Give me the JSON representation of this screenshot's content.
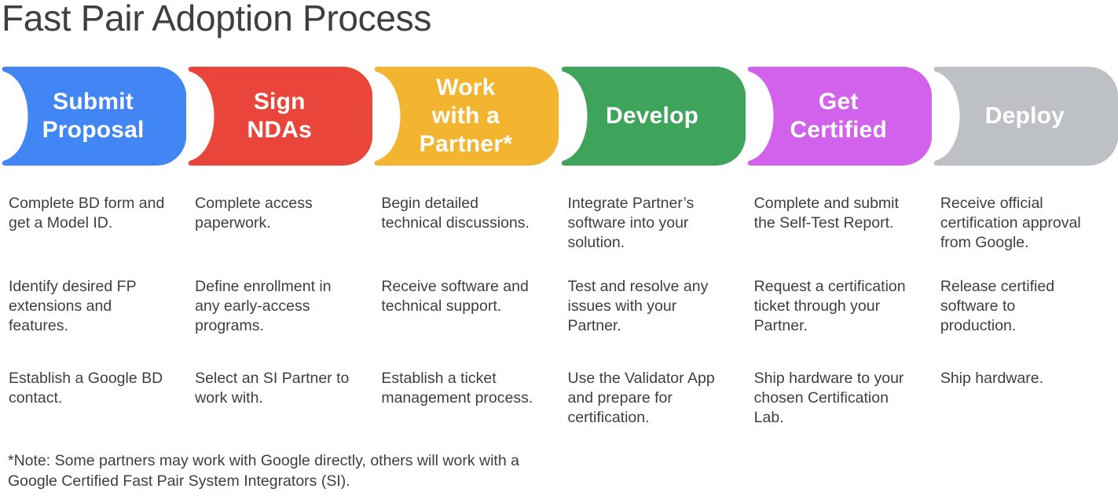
{
  "title": "Fast Pair Adoption Process",
  "colors": {
    "title_text": "#3C4043",
    "body_text": "#3C4043",
    "label_text": "#FFFFFF"
  },
  "steps": [
    {
      "id": "submit-proposal",
      "label": "Submit Proposal",
      "label_lines": [
        "Submit",
        "Proposal"
      ],
      "color": "#4285F4",
      "tasks": [
        [
          "Complete BD form and",
          "get a Model ID."
        ],
        [
          "Identify desired FP",
          "extensions and",
          "features."
        ],
        [
          "Establish a Google BD",
          "contact."
        ]
      ]
    },
    {
      "id": "sign-ndas",
      "label": "Sign NDAs",
      "label_lines": [
        "Sign",
        "NDAs"
      ],
      "color": "#E9453A",
      "tasks": [
        [
          "Complete access",
          "paperwork."
        ],
        [
          "Define enrollment in",
          "any early-access",
          "programs."
        ],
        [
          "Select an SI Partner to",
          "work with."
        ]
      ]
    },
    {
      "id": "work-with-a-partner",
      "label": "Work with a Partner*",
      "label_lines": [
        "Work",
        "with a",
        "Partner*"
      ],
      "color": "#F3B42F",
      "tasks": [
        [
          "Begin detailed",
          "technical discussions."
        ],
        [
          "Receive software and",
          "technical support."
        ],
        [
          "Establish a ticket",
          "management process."
        ]
      ]
    },
    {
      "id": "develop",
      "label": "Develop",
      "label_lines": [
        "Develop"
      ],
      "color": "#3EA45C",
      "tasks": [
        [
          "Integrate Partner’s",
          "software into your",
          "solution."
        ],
        [
          "Test and resolve any",
          "issues with your",
          "Partner."
        ],
        [
          "Use the Validator App",
          "and prepare for",
          "certification."
        ]
      ]
    },
    {
      "id": "get-certified",
      "label": "Get Certified",
      "label_lines": [
        "Get",
        "Certified"
      ],
      "color": "#D262EC",
      "tasks": [
        [
          "Complete and submit",
          "the Self-Test Report."
        ],
        [
          "Request a certification",
          "ticket through your",
          "Partner."
        ],
        [
          "Ship hardware to your",
          "chosen Certification",
          "Lab."
        ]
      ]
    },
    {
      "id": "deploy",
      "label": "Deploy",
      "label_lines": [
        "Deploy"
      ],
      "color": "#BDC1C6",
      "tasks": [
        [
          "Receive official",
          "certification approval",
          "from Google."
        ],
        [
          "Release certified",
          "software to",
          "production."
        ],
        [
          "Ship hardware."
        ]
      ]
    }
  ],
  "note_lines": [
    "*Note: Some partners may work with Google directly, others will work with a",
    "Google Certified Fast Pair System Integrators (SI)."
  ]
}
